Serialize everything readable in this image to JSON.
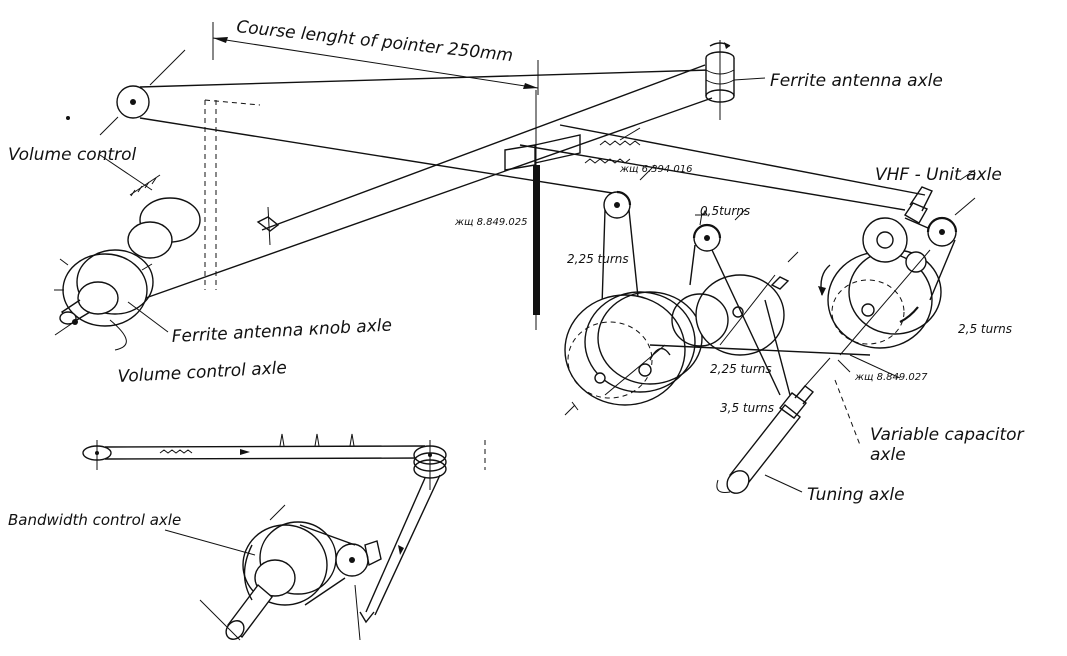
{
  "labels": {
    "course_length": "Course lenght of pointer 250mm",
    "ferrite_antenna_axle": "Ferrite antenna axle",
    "volume_control": "Volume control",
    "vhf_unit_axle": "VHF - Unit axle",
    "ferrite_antenna_knob_axle": "Ferrite antenna кnob axle",
    "volume_control_axle": "Volume control axle",
    "variable_capacitor_axle_1": "Variable capacitor",
    "variable_capacitor_axle_2": "axle",
    "tuning_axle": "Tuning axle",
    "bandwidth_control_axle": "Bandwidth control axle"
  },
  "part_codes": {
    "code_1": "жщ 6.394 016",
    "code_2": "жщ 8.849.025",
    "code_3": "жщ 8.849.027"
  },
  "turns": {
    "t_0_5": "0,5turns",
    "t_2_25_a": "2,25 turns",
    "t_2_25_b": "2,25 turns",
    "t_2_5": "2,5 turns",
    "t_3_5": "3,5 turns"
  }
}
